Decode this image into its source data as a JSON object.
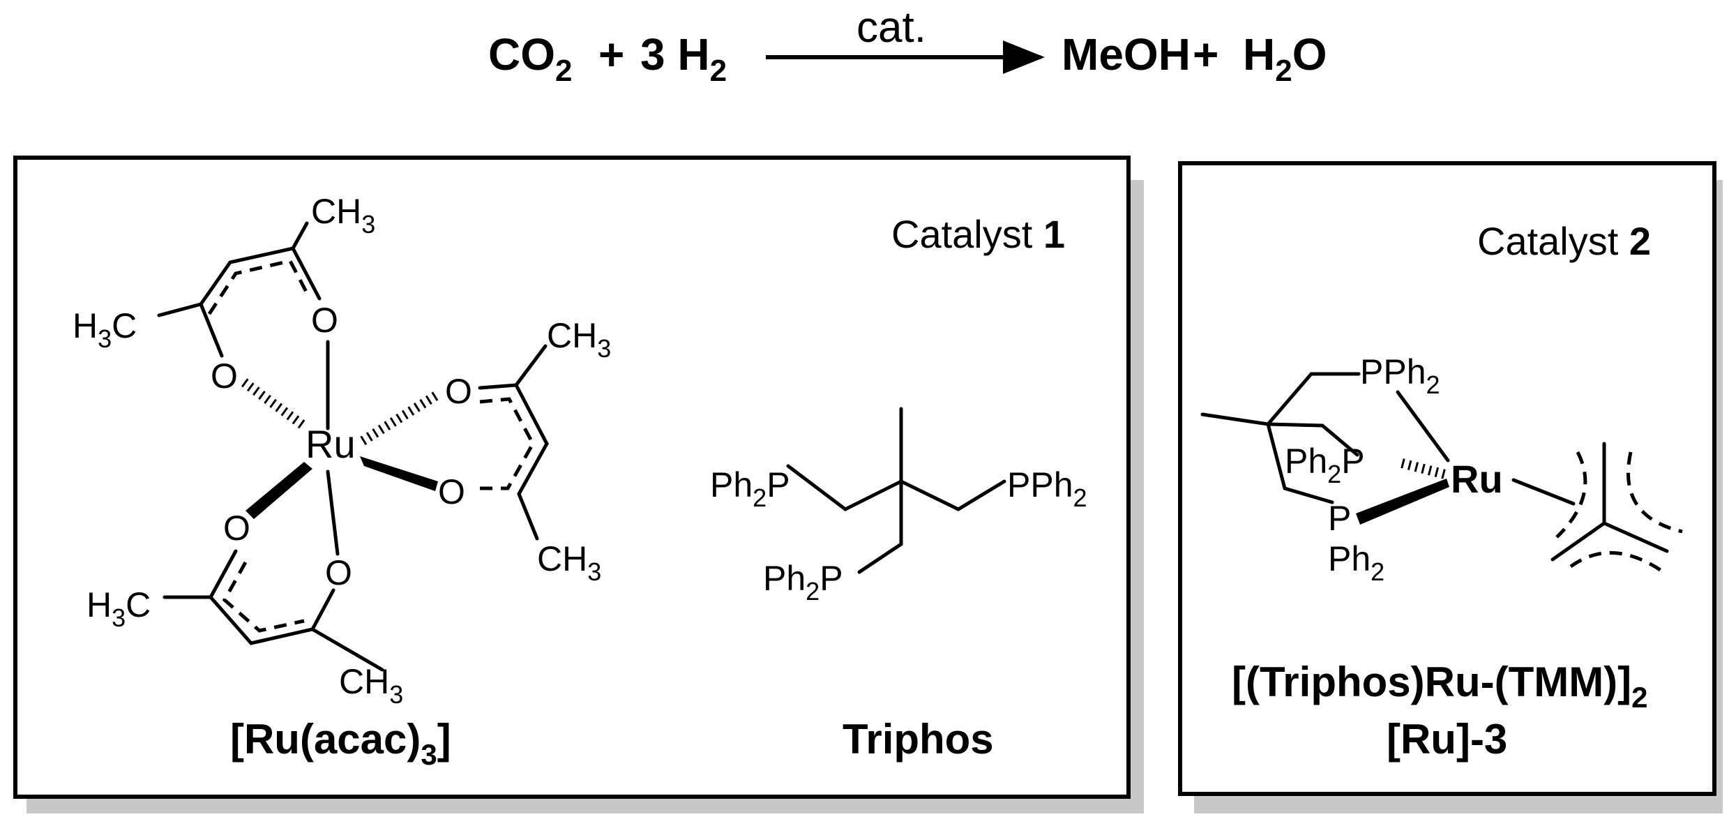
{
  "reaction": {
    "co2": "CO",
    "co2_sub": "2",
    "plus1": "+",
    "h2_coef": "3 H",
    "h2_sub": "2",
    "condition": "cat.",
    "meoh": "MeOH",
    "plus2": "+",
    "h2o_h": "H",
    "h2o_sub": "2",
    "h2o_o": "O"
  },
  "catalyst1": {
    "title_prefix": "Catalyst ",
    "title_number": "1",
    "ru_acac": {
      "metal": "Ru",
      "ch3": "CH",
      "sub3": "3",
      "h3c_h": "H",
      "o": "O",
      "name_main": "[Ru(acac)",
      "name_sub": "3",
      "name_end": "]"
    },
    "triphos": {
      "ph2p": "Ph",
      "sub2": "2",
      "p": "P",
      "pph2_p": "PPh",
      "name": "Triphos"
    }
  },
  "catalyst2": {
    "title_prefix": "Catalyst ",
    "title_number": "2",
    "metal": "Ru",
    "pph2": "PPh",
    "ph2p": "Ph",
    "p": "P",
    "sub2": "2",
    "name_main": "[(Triphos)Ru",
    "name_dash": "-",
    "name_tmm": "(TMM)]",
    "name_sub": "2",
    "code": "[Ru]-3"
  }
}
